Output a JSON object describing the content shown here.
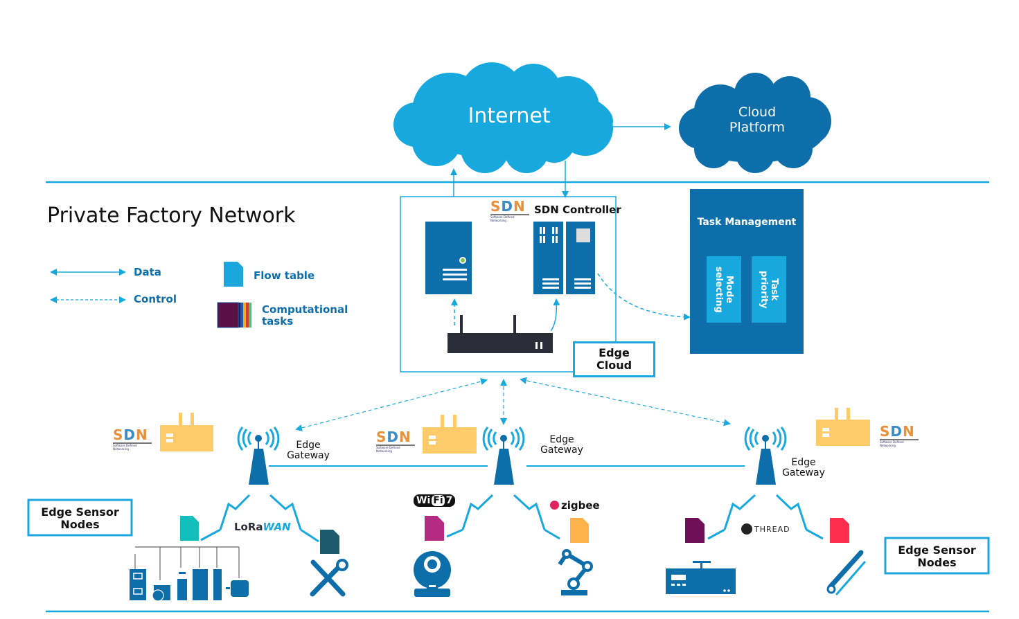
{
  "diagram": {
    "title": "Private Factory Network",
    "clouds": {
      "internet": "Internet",
      "cloud_platform_line1": "Cloud",
      "cloud_platform_line2": "Platform"
    },
    "edge_cloud": {
      "controller_label": "SDN Controller",
      "label_line1": "Edge",
      "label_line2": "Cloud"
    },
    "task_management": {
      "title": "Task Management",
      "sub_items": [
        {
          "line1": "Mode",
          "line2": "selecting"
        },
        {
          "line1": "Task",
          "line2": "priority"
        }
      ]
    },
    "legend": {
      "data": "Data",
      "control": "Control",
      "flow_table": "Flow table",
      "computational_line1": "Computational",
      "computational_line2": "tasks"
    },
    "gateways": [
      {
        "line1": "Edge",
        "line2": "Gateway"
      },
      {
        "line1": "Edge",
        "line2": "Gateway"
      },
      {
        "line1": "Edge",
        "line2": "Gateway"
      }
    ],
    "sensor_nodes_label": {
      "line1": "Edge Sensor",
      "line2": "Nodes"
    },
    "protocols": {
      "lorawan_a": "LoRa",
      "lorawan_b": "WAN",
      "wifi_a": "Wi",
      "wifi_b": "Fi",
      "wifi_c": "7",
      "zigbee": "zigbee",
      "thread": "THREAD"
    },
    "sdn_logo": {
      "text_s": "S",
      "text_d": "D",
      "text_n": "N",
      "tagline": "Software Defined Networking"
    },
    "colors": {
      "light_blue": "#17A8DD",
      "dark_blue": "#0E6EAA",
      "router_black": "#2A2C38",
      "factory_yellow": "#FDCB6A",
      "flow_teal": "#13BFBA",
      "flow_darkteal": "#1C5A6E",
      "flow_magenta": "#B52A82",
      "flow_orange": "#FDB24A",
      "flow_purple": "#6E0F58",
      "flow_red": "#FC2F4F",
      "legend_flow": "#1BA7DD"
    }
  }
}
